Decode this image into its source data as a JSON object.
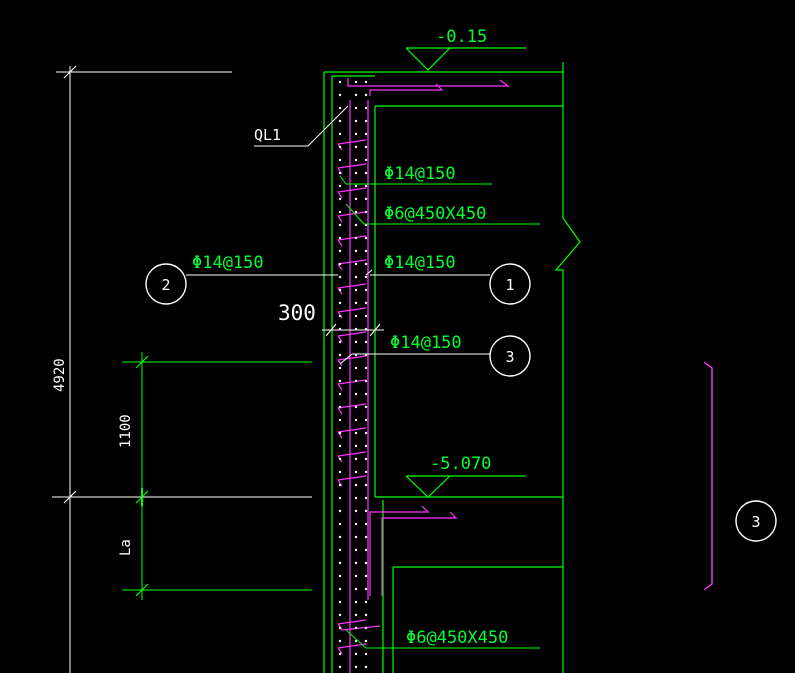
{
  "elevations": {
    "top": "-0.15",
    "bottom": "-5.070"
  },
  "member_label": "QL1",
  "rebar_labels": {
    "vertical_right": "Φ14@150",
    "tie_upper": "Φ6@450X450",
    "left_callout": "Φ14@150",
    "middle_right": "Φ14@150",
    "lower": "Φ14@150",
    "tie_lower": "Φ6@450X450"
  },
  "dimensions": {
    "wall_thickness": "300",
    "total_height": "4920",
    "lap_zone": "1100",
    "anchorage": "La"
  },
  "detail_markers": {
    "m1": "1",
    "m2": "2",
    "m3": "3",
    "m3_right": "3"
  },
  "colors": {
    "background": "#000000",
    "outline": "#00ff00",
    "rebar": "#ff33ff",
    "annotation": "#ffffff"
  }
}
